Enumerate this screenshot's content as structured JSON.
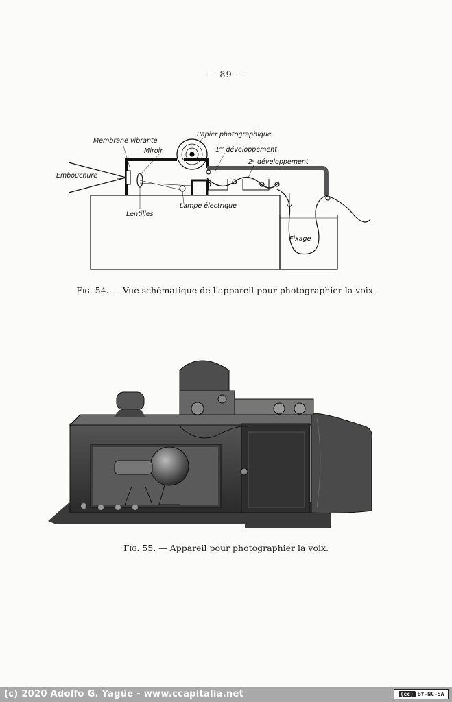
{
  "page": {
    "number": "— 89 —"
  },
  "figure1": {
    "labels": {
      "membrane": "Membrane vibrante",
      "mirror": "Miroir",
      "paper": "Papier photographique",
      "dev1": "1ᵉʳ développement",
      "dev2": "2ᵉ développement",
      "mouthpiece": "Embouchure",
      "lenses": "Lentilles",
      "lamp": "Lampe électrique",
      "fixing": "Fixage"
    },
    "caption_number": "Fig. 54.",
    "caption_text": " — Vue schématique de l'appareil pour photographier la voix."
  },
  "figure2": {
    "caption_number": "Fig. 55.",
    "caption_text": " — Appareil pour photographier la voix."
  },
  "footer": {
    "credit": "(c) 2020 Adolfo G. Yagüe - www.ccapitalia.net",
    "license_cc": "(cc)",
    "license_text": "BY-NC-SA"
  }
}
